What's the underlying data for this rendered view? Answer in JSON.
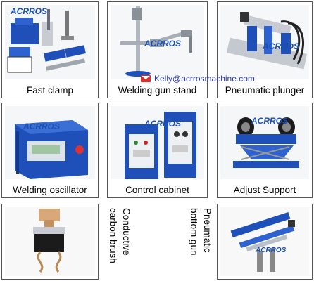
{
  "brand": {
    "logo_text": "ACRROS",
    "logo_color": "#1a4fb0"
  },
  "contact": {
    "email": "Kelly@acrrosmachine.com",
    "email_color": "#2b3aa8",
    "icon": "envelope-icon"
  },
  "products": [
    {
      "id": "fast-clamp",
      "caption": "Fast clamp"
    },
    {
      "id": "welding-gun-stand",
      "caption": "Welding gun stand"
    },
    {
      "id": "pneumatic-plunger",
      "caption": "Pneumatic plunger"
    },
    {
      "id": "welding-oscillator",
      "caption": "Welding oscillator"
    },
    {
      "id": "control-cabinet",
      "caption": "Control cabinet"
    },
    {
      "id": "adjust-support",
      "caption": "Adjust Support"
    },
    {
      "id": "conductive-carbon-brush",
      "caption": "Conductive carbon brush",
      "caption_lines": [
        "Conductive",
        "carbon brush"
      ]
    },
    {
      "id": "pneumatic-bottom-gun",
      "caption": "Pneumatic bottom gun",
      "caption_lines": [
        "Pneumatic",
        "bottom gun"
      ]
    }
  ],
  "colors": {
    "machine_blue": "#1f4fb8",
    "steel": "#b9c0c8",
    "card_border": "#555555"
  }
}
